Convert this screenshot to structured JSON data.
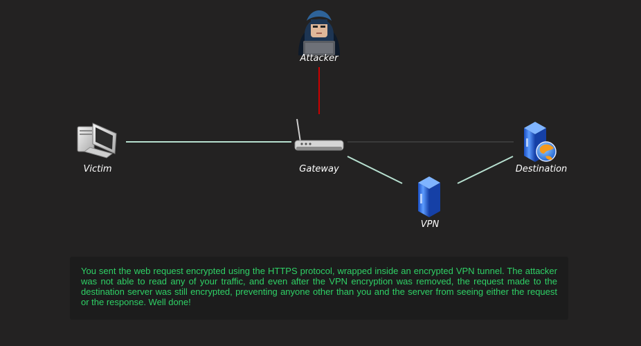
{
  "nodes": {
    "attacker": {
      "label": "Attacker",
      "icon": "hooded-hacker-laptop-icon"
    },
    "victim": {
      "label": "Victim",
      "icon": "desktop-computer-icon"
    },
    "gateway": {
      "label": "Gateway",
      "icon": "router-icon"
    },
    "destination": {
      "label": "Destination",
      "icon": "web-server-globe-icon"
    },
    "vpn": {
      "label": "VPN",
      "icon": "server-tower-icon"
    }
  },
  "links": {
    "secure_color": "#b7e0d0",
    "attacker_color": "#cc0000",
    "inactive_color": "#3a3a3a"
  },
  "message": {
    "text": "You sent the web request encrypted using the HTTPS protocol, wrapped inside an encrypted VPN tunnel. The attacker was not able to read any of your traffic, and even after the VPN encryption was removed, the request made to the destination server was still encrypted, preventing anyone other than you and the server from seeing either the request or the response. Well done!",
    "color": "#2fd166"
  }
}
